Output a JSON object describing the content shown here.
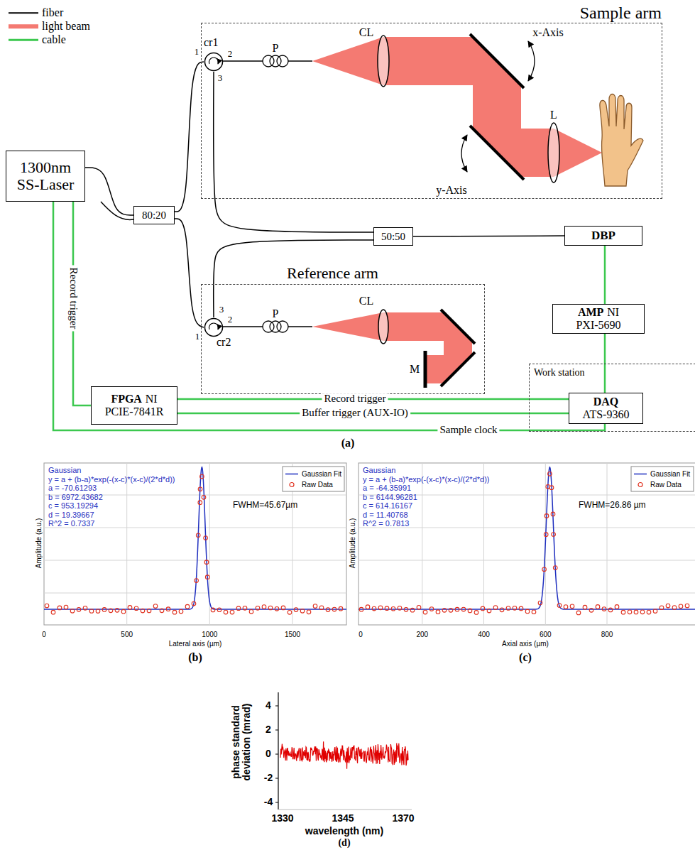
{
  "diagram": {
    "nodes": [
      {
        "text": [
          "Sample arm"
        ]
      },
      {
        "text": [
          "cr1"
        ],
        "in": 0
      },
      {
        "text": [
          "1300nm SS-Laser"
        ]
      },
      {
        "text": [
          "80:20"
        ]
      },
      {
        "text": [
          "50:50"
        ]
      },
      {
        "text": [
          "DBP"
        ]
      },
      {
        "text": [
          "Reference arm"
        ]
      },
      {
        "text": [
          "cr2"
        ],
        "in": 6
      },
      {
        "text": [
          "AMP",
          "NI",
          "PXI-5690"
        ]
      },
      {
        "text": [
          "Work station"
        ]
      },
      {
        "text": [
          "DAQ",
          "ATS-9360"
        ],
        "in": 9
      },
      {
        "text": [
          "FPGA",
          "NI",
          "PCIE-7841R"
        ]
      }
    ],
    "edges": [
      {
        "from": 2,
        "to": 3,
        "arrow": "none"
      },
      {
        "from": 3,
        "to": 1,
        "arrow": "none"
      },
      {
        "from": 3,
        "to": 7,
        "arrow": "none"
      },
      {
        "from": 1,
        "to": 4,
        "arrow": "none"
      },
      {
        "from": 7,
        "to": 4,
        "arrow": "none"
      },
      {
        "from": 4,
        "to": 5,
        "arrow": "none"
      },
      {
        "from": 2,
        "to": 11,
        "label": "Record trigger",
        "arrow": "none"
      },
      {
        "from": 11,
        "to": 10,
        "label": "Record trigger",
        "arrow": "none"
      },
      {
        "from": 11,
        "to": 10,
        "label": "Buffer trigger (AUX-IO)",
        "arrow": "none"
      },
      {
        "from": 2,
        "to": 10,
        "label": "Sample clock",
        "arrow": "none"
      },
      {
        "from": 5,
        "to": 8,
        "arrow": "none"
      },
      {
        "from": 8,
        "to": 10,
        "arrow": "none"
      }
    ],
    "labels": [
      "(a)",
      "1",
      "2",
      "3",
      "P",
      "CL",
      "x-Axis",
      "y-Axis",
      "L",
      "1",
      "2",
      "3",
      "P",
      "CL",
      "M",
      "Gaussian",
      "y = a + (b-a)*exp(-(x-c)*(x-c)/(2*d*d))",
      "a = -70.61293",
      "b = 6972.43682",
      "c = 953.19294",
      "d = 19.39667",
      "R^2 = 0.7337",
      "FWHM=45.67µm",
      "Amplitude (a.u.)",
      "Lateral axis (µm)",
      "0",
      "500",
      "1000",
      "1500",
      "(b)",
      "Gaussian",
      "y = a + (b-a)*exp(-(x-c)*(x-c)/(2*d*d))",
      "a = -64.35991",
      "b = 6144.96281",
      "c = 614.16167",
      "d = 11.40768",
      "R^2 = 0.7813",
      "FWHM=26.86 µm",
      "Amplitude (a.u.)",
      "Axial axis (µm)",
      "0",
      "200",
      "400",
      "600",
      "800",
      "(c)",
      "phase standard deviation (mrad)",
      "4",
      "2",
      "0",
      "-2",
      "-4",
      "1330",
      "1345",
      "1370",
      "wavelength (nm)",
      "(d)"
    ],
    "legend": [
      {
        "text": "fiber"
      },
      {
        "text": "light beam"
      },
      {
        "text": "cable"
      },
      {
        "text": "Gaussian Fit"
      },
      {
        "text": "Raw Data"
      },
      {
        "text": "Gaussian Fit"
      },
      {
        "text": "Raw Data"
      }
    ]
  }
}
